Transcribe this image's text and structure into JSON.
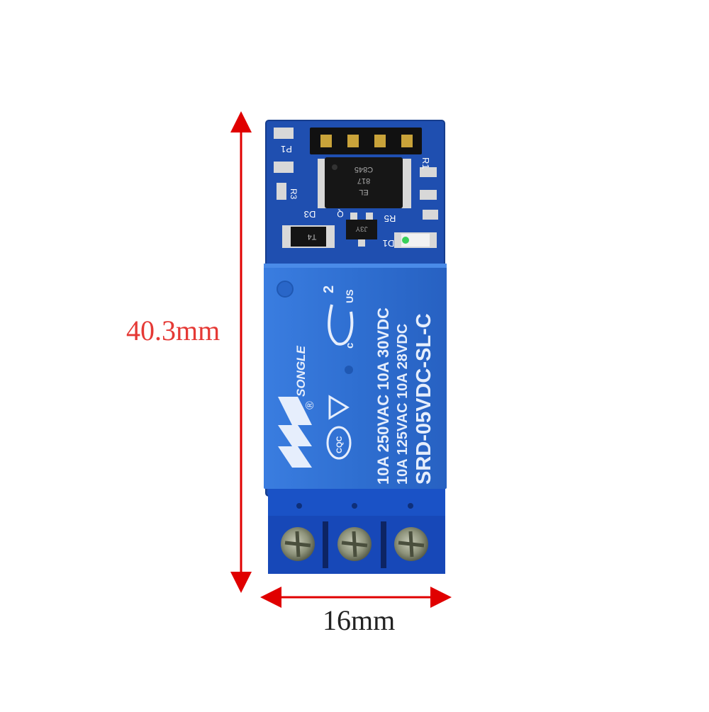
{
  "dimensions": {
    "height_label": "40.3mm",
    "width_label": "16mm",
    "arrow_color": "#e00000",
    "height_label_color": "#e53935",
    "width_label_color": "#222222"
  },
  "board": {
    "pcb_color": "#1f4fb0",
    "silkscreen": {
      "p1": "P1",
      "r1": "R1",
      "r3": "R3",
      "d3": "D3",
      "r5": "R5",
      "d1": "D1",
      "q": "Q",
      "t4": "T4"
    },
    "optocoupler": {
      "line1": "C845",
      "line2": "817",
      "line3": "EL"
    },
    "transistor_label": "J3Y"
  },
  "relay": {
    "body_color": "#2f6fd1",
    "brand": "SONGLE",
    "ratings_1": "10A 125VAC 10A 28VDC",
    "ratings_2": "10A 250VAC 10A 30VDC",
    "model": "SRD-05VDC-SL-C",
    "cert_number": "2",
    "cert_us": "US",
    "cert_c": "c",
    "ccc_mark": "CQC",
    "registered": "®"
  },
  "terminal": {
    "body_color": "#1748b8",
    "screw_count": 3
  }
}
